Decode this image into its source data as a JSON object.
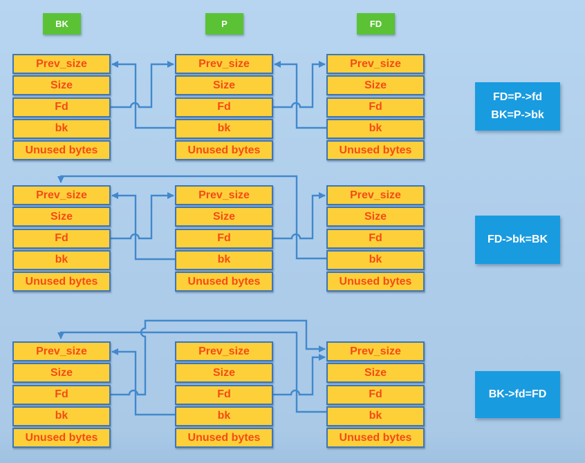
{
  "diagram": {
    "column_labels": [
      "BK",
      "P",
      "FD"
    ],
    "field_labels": [
      "Prev_size",
      "Size",
      "Fd",
      "bk",
      "Unused bytes"
    ],
    "rows": [
      {
        "note_lines": [
          "FD=P->fd",
          "BK=P->bk"
        ],
        "chunks": [
          "BK",
          "P",
          "FD"
        ],
        "connections": [
          {
            "from": "P.bk",
            "to": "BK.Prev_size"
          },
          {
            "from": "BK.Fd",
            "to": "P.Prev_size"
          },
          {
            "from": "FD.bk",
            "to": "P.Prev_size"
          },
          {
            "from": "P.Fd",
            "to": "FD.Prev_size"
          }
        ]
      },
      {
        "note_lines": [
          "FD->bk=BK"
        ],
        "chunks": [
          "BK",
          "P",
          "FD"
        ],
        "connections": [
          {
            "from": "P.bk",
            "to": "BK.Prev_size"
          },
          {
            "from": "BK.Fd",
            "to": "P.Prev_size"
          },
          {
            "from": "P.Fd",
            "to": "FD.Prev_size"
          },
          {
            "from": "FD.bk",
            "to": "BK.top"
          }
        ]
      },
      {
        "note_lines": [
          "BK->fd=FD"
        ],
        "chunks": [
          "BK",
          "P",
          "FD"
        ],
        "connections": [
          {
            "from": "P.bk",
            "to": "BK.Prev_size"
          },
          {
            "from": "BK.Fd",
            "to": "FD.Prev_size"
          },
          {
            "from": "P.Fd",
            "to": "FD.Prev_size"
          },
          {
            "from": "FD.bk",
            "to": "BK.top"
          }
        ]
      }
    ],
    "colors": {
      "background": "#aecdea",
      "cell_fill": "#fdd039",
      "cell_border": "#3d76b5",
      "cell_text": "#f54a17",
      "arrow": "#4288cc",
      "header_green": "#5bc236",
      "note_blue": "#199be0",
      "note_text": "#ffffff"
    }
  }
}
